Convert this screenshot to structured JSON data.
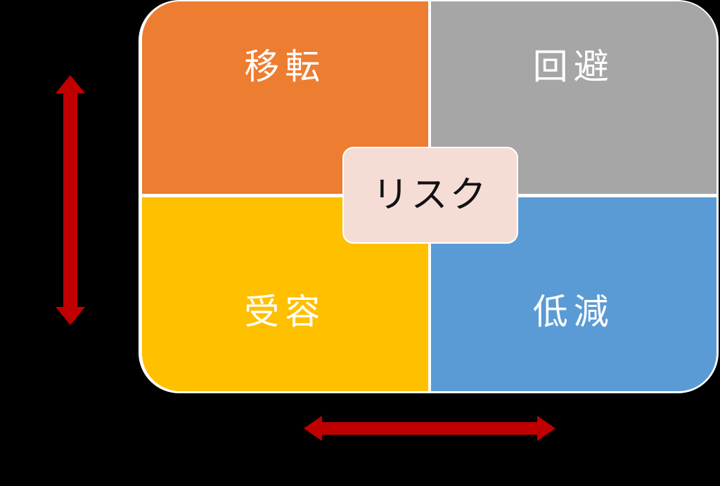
{
  "diagram": {
    "type": "risk-matrix-quadrant",
    "background_color": "#000000",
    "gap_color": "#FFFFFF",
    "center": {
      "label": "リスク",
      "fill": "#F5DDD5",
      "text_color": "#111111",
      "border_color": "#FFFFFF"
    },
    "quadrants": [
      {
        "position": "top-left",
        "label": "移転",
        "color": "#ED7D31",
        "text_color": "#FFFFFF"
      },
      {
        "position": "top-right",
        "label": "回避",
        "color": "#A6A6A6",
        "text_color": "#FFFFFF"
      },
      {
        "position": "bottom-left",
        "label": "受容",
        "color": "#FFC000",
        "text_color": "#FFFFFF"
      },
      {
        "position": "bottom-right",
        "label": "低減",
        "color": "#5B9BD5",
        "text_color": "#FFFFFF"
      }
    ],
    "arrows": {
      "vertical": {
        "name": "vertical-double-arrow",
        "color": "#C00000"
      },
      "horizontal": {
        "name": "horizontal-double-arrow",
        "color": "#C00000"
      }
    }
  }
}
